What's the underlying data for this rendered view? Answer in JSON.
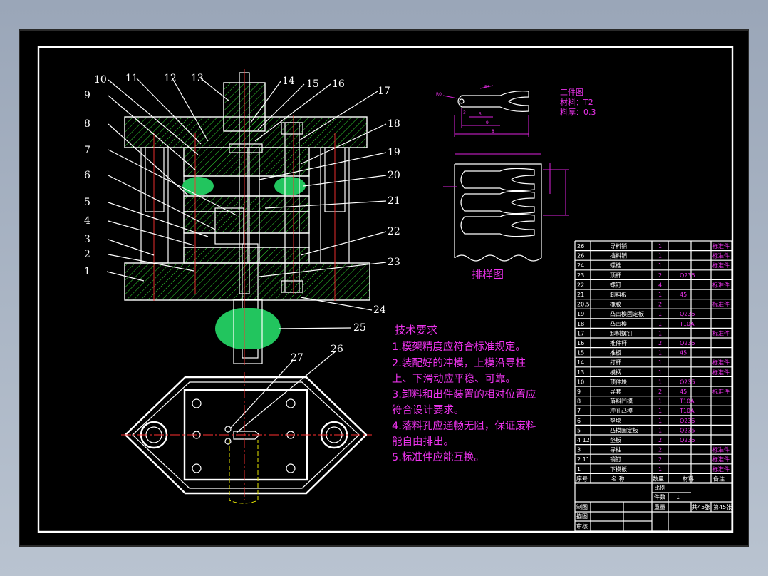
{
  "part_labels": [
    "1",
    "2",
    "3",
    "4",
    "5",
    "6",
    "7",
    "8",
    "9",
    "10",
    "11",
    "12",
    "13",
    "14",
    "15",
    "16",
    "17",
    "18",
    "19",
    "20",
    "21",
    "22",
    "23",
    "24",
    "25",
    "26",
    "27"
  ],
  "workpiece": {
    "title": "工件图",
    "material": "材料：T2",
    "thickness": "料厚：0.3",
    "dims": [
      "R0",
      "R1",
      "3",
      "5",
      "9",
      "8"
    ]
  },
  "layout_title": "排样图",
  "tech_req": {
    "title": "技术要求",
    "items": [
      "1.模架精度应符合标准规定。",
      "2.装配好的冲模，上模沿导柱",
      "上、下滑动应平稳、可靠。",
      "3.卸料和出件装置的相对位置应",
      "符合设计要求。",
      "4.落料孔应通畅无阻，保证废料",
      "能自由排出。",
      "5.标准件应能互换。"
    ]
  },
  "bom": {
    "rows": [
      {
        "no": "26",
        "name": "导料销",
        "qty": "1",
        "mat": "",
        "note": "标准件"
      },
      {
        "no": "26",
        "name": "挡料销",
        "qty": "1",
        "mat": "",
        "note": "标准件"
      },
      {
        "no": "24",
        "name": "螺栓",
        "qty": "1",
        "mat": "",
        "note": "标准件"
      },
      {
        "no": "23",
        "name": "顶杆",
        "qty": "2",
        "mat": "Q235",
        "note": ""
      },
      {
        "no": "22",
        "name": "螺钉",
        "qty": "4",
        "mat": "",
        "note": "标准件"
      },
      {
        "no": "21",
        "name": "卸料板",
        "qty": "1",
        "mat": "45",
        "note": ""
      },
      {
        "no": "20.5",
        "name": "橡胶",
        "qty": "2",
        "mat": "",
        "note": "标准件"
      },
      {
        "no": "19",
        "name": "凸凹模固定板",
        "qty": "1",
        "mat": "Q235",
        "note": ""
      },
      {
        "no": "18",
        "name": "凸凹模",
        "qty": "1",
        "mat": "T10A",
        "note": ""
      },
      {
        "no": "17",
        "name": "卸料螺钉",
        "qty": "1",
        "mat": "",
        "note": "标准件"
      },
      {
        "no": "16",
        "name": "推件杆",
        "qty": "2",
        "mat": "Q235",
        "note": ""
      },
      {
        "no": "15",
        "name": "推板",
        "qty": "1",
        "mat": "45",
        "note": ""
      },
      {
        "no": "14",
        "name": "打杆",
        "qty": "1",
        "mat": "",
        "note": "标准件"
      },
      {
        "no": "13",
        "name": "模柄",
        "qty": "1",
        "mat": "",
        "note": "标准件"
      },
      {
        "no": "10",
        "name": "顶件块",
        "qty": "1",
        "mat": "Q235",
        "note": ""
      },
      {
        "no": "9",
        "name": "导套",
        "qty": "2",
        "mat": "45",
        "note": "标准件"
      },
      {
        "no": "8",
        "name": "落料凹模",
        "qty": "1",
        "mat": "T10A",
        "note": ""
      },
      {
        "no": "7",
        "name": "冲孔凸模",
        "qty": "1",
        "mat": "T10A",
        "note": ""
      },
      {
        "no": "6",
        "name": "垫块",
        "qty": "1",
        "mat": "Q235",
        "note": ""
      },
      {
        "no": "5",
        "name": "凸模固定板",
        "qty": "1",
        "mat": "Q235",
        "note": ""
      },
      {
        "no": "4 12",
        "name": "垫板",
        "qty": "2",
        "mat": "Q235",
        "note": ""
      },
      {
        "no": "3",
        "name": "导柱",
        "qty": "2",
        "mat": "",
        "note": "标准件"
      },
      {
        "no": "2 11",
        "name": "销钉",
        "qty": "2",
        "mat": "",
        "note": "标准件"
      },
      {
        "no": "1",
        "name": "下模板",
        "qty": "1",
        "mat": "",
        "note": "标准件"
      }
    ],
    "header": {
      "no": "序号",
      "name": "名  称",
      "qty": "数量",
      "mat": "材料",
      "note": "备注"
    }
  },
  "title_block": {
    "scale_label": "比例",
    "count_label": "件数",
    "count_value": "1",
    "weight_label": "重量",
    "sheets_total": "共45张",
    "sheet_no": "第45张",
    "draw_label": "制图",
    "trace_label": "描图",
    "check_label": "审核"
  },
  "colors": {
    "background": "#000000",
    "lines": "#ffffff",
    "hatch": "#33dd33",
    "text_annot": "#ee33ee",
    "centerline": "#ff3030",
    "hidden": "#e6e600"
  }
}
